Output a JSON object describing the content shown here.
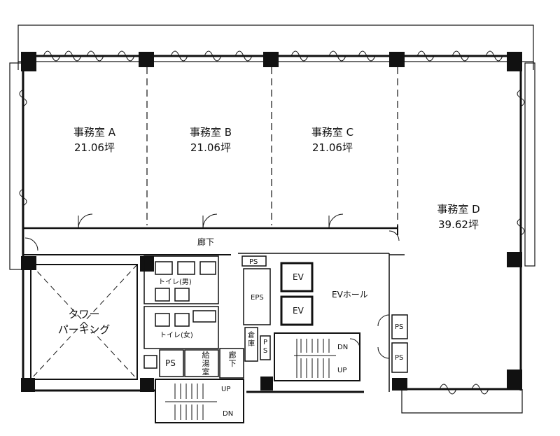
{
  "rooms": {
    "a": {
      "name": "事務室 A",
      "area": "21.06坪"
    },
    "b": {
      "name": "事務室 B",
      "area": "21.06坪"
    },
    "c": {
      "name": "事務室 C",
      "area": "21.06坪"
    },
    "d": {
      "name": "事務室 D",
      "area": "39.62坪"
    }
  },
  "labels": {
    "corridor": "廊下",
    "corridor_lower": "廊下",
    "tower_parking_1": "タワー",
    "tower_parking_2": "パーキング",
    "toilet_men": "トイレ(男)",
    "toilet_women": "トイレ(女)",
    "ev_hall": "EVホール",
    "ev1": "EV",
    "ev2": "EV",
    "eps": "EPS",
    "ps_top": "PS",
    "ps_lower_left": "PS",
    "ps_vertical": "PS",
    "ps_right1": "PS",
    "ps_right2": "PS",
    "storage": "倉庫",
    "kitchenette": "給湯室",
    "stair1_up": "UP",
    "stair1_dn": "DN",
    "stair2_up": "UP",
    "stair2_dn": "DN"
  }
}
